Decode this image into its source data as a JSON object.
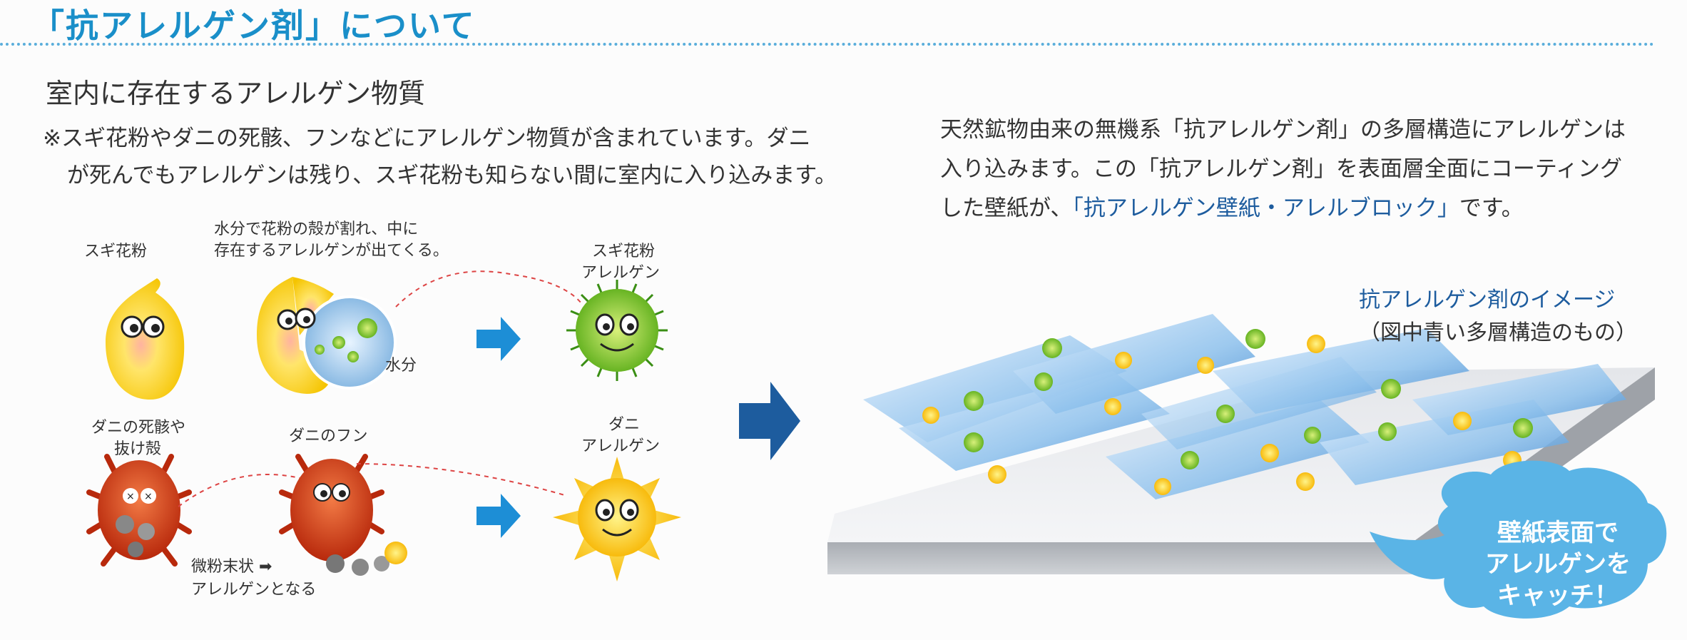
{
  "header": {
    "title": "「抗アレルゲン剤」について"
  },
  "section": {
    "subtitle": "室内に存在するアレルゲン物質",
    "note_line1": "※スギ花粉やダニの死骸、フンなどにアレルゲン物質が含まれています。ダニ",
    "note_line2": "が死んでもアレルゲンは残り、スギ花粉も知らない間に室内に入り込みます。"
  },
  "description": {
    "line1": "天然鉱物由来の無機系「抗アレルゲン剤」の多層構造にアレルゲンは",
    "line2": "入り込みます。この「抗アレルゲン剤」を表面層全面にコーティング",
    "line3_prefix": "した壁紙が、",
    "line3_highlight": "「抗アレルゲン壁紙・アレルブロック」",
    "line3_suffix": "です。"
  },
  "diagram": {
    "sugi_label": "スギ花粉",
    "crack_label_1": "水分で花粉の殻が割れ、中に",
    "crack_label_2": "存在するアレルゲンが出てくる。",
    "water_label": "水分",
    "sugi_allergen_1": "スギ花粉",
    "sugi_allergen_2": "アレルゲン",
    "dani_dead_1": "ダニの死骸や",
    "dani_dead_2": "抜け殻",
    "dani_fun": "ダニのフン",
    "dani_allergen_1": "ダニ",
    "dani_allergen_2": "アレルゲン",
    "powder_1": "微粉末状 ➡",
    "powder_2": "アレルゲンとなる"
  },
  "image_caption": {
    "line1": "抗アレルゲン剤のイメージ",
    "line2": "（図中青い多層構造のもの）"
  },
  "bubble": {
    "line1": "壁紙表面で",
    "line2": "アレルゲンを",
    "line3": "キャッチ！"
  },
  "colors": {
    "title_blue": "#1a8fc9",
    "arrow_blue": "#1d6fb8",
    "accent_navy": "#1d5c9e",
    "bubble_blue": "#5ab4e6"
  }
}
